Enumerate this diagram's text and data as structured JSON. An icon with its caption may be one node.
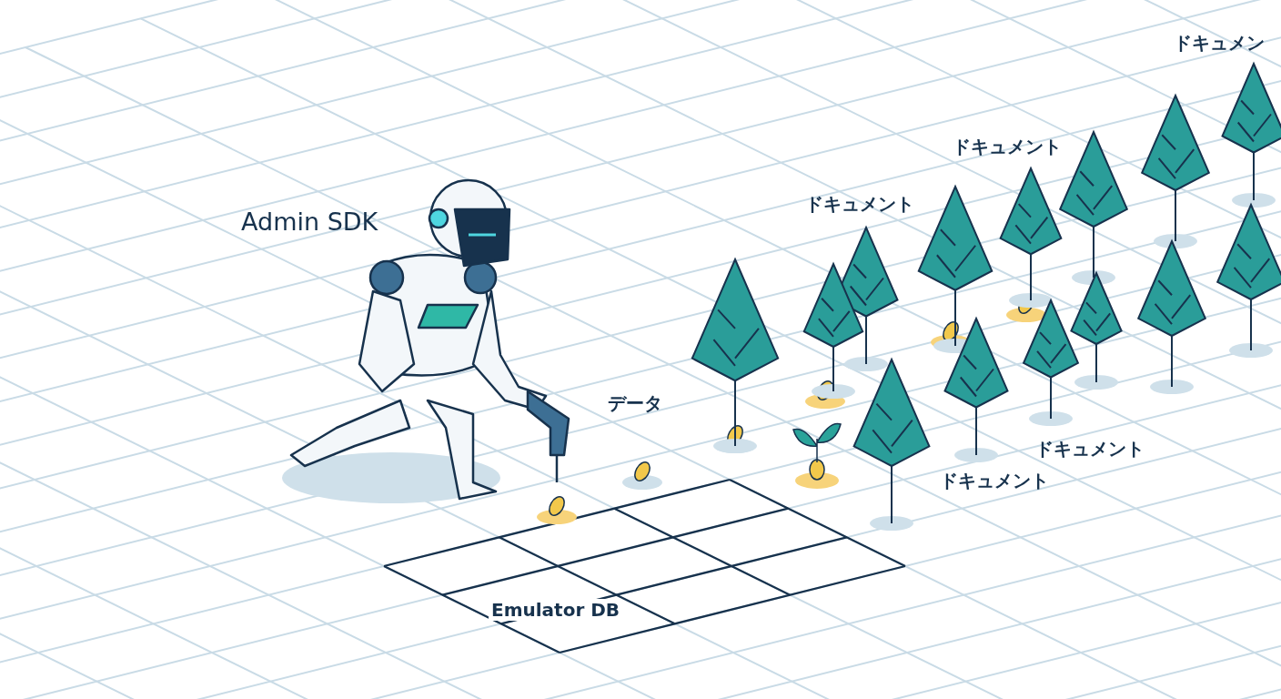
{
  "diagram": {
    "labels": [
      "ドキュメン",
      "ドキュメント",
      "ドキュメント",
      "Admin SDK",
      "データ",
      "ドキュメント",
      "ドキュメント",
      "Emulator DB"
    ]
  }
}
